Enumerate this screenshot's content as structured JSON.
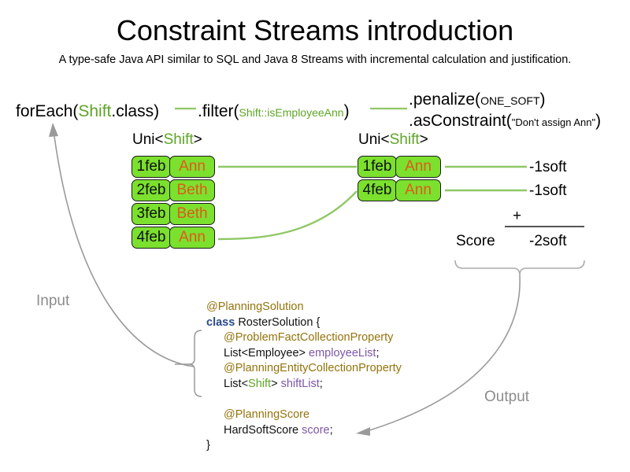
{
  "header": {
    "title": "Constraint Streams introduction",
    "subtitle": "A type-safe Java API similar to SQL and Java 8 Streams with incremental calculation and justification."
  },
  "colors": {
    "accent_green": "#5EA526",
    "tuple_fill": "#7BE02E",
    "tuple_border": "#1b1b1b",
    "name_text": "#E2591B",
    "annotation": "#94740C",
    "keyword": "#2B4A8B",
    "field": "#7D56A8",
    "flow_label": "#8C8C8C",
    "connector_line": "#8FC866"
  },
  "pipeline": {
    "for_each": {
      "call": "forEach(",
      "type": "Shift",
      "tail": ".class)"
    },
    "filter": {
      "call": ".filter(",
      "arg": "Shift::isEmployeeAnn",
      "tail": ")"
    },
    "penalize": {
      "call": ".penalize(",
      "arg": "ONE_SOFT",
      "tail": ")"
    },
    "as_constraint": {
      "call": ".asConstraint(",
      "arg": "\"Don't assign Ann\"",
      "tail": ")"
    }
  },
  "streams": {
    "left": {
      "label_prefix": "Uni<",
      "label_type": "Shift",
      "label_suffix": ">",
      "rows": [
        {
          "date": "1feb",
          "name": "Ann"
        },
        {
          "date": "2feb",
          "name": "Beth"
        },
        {
          "date": "3feb",
          "name": "Beth"
        },
        {
          "date": "4feb",
          "name": "Ann"
        }
      ]
    },
    "right": {
      "label_prefix": "Uni<",
      "label_type": "Shift",
      "label_suffix": ">",
      "rows": [
        {
          "date": "1feb",
          "name": "Ann"
        },
        {
          "date": "4feb",
          "name": "Ann"
        }
      ]
    }
  },
  "score": {
    "impacts": [
      "-1soft",
      "-1soft"
    ],
    "operator": "+",
    "label": "Score",
    "total": "-2soft"
  },
  "flow": {
    "input_label": "Input",
    "output_label": "Output"
  },
  "code": {
    "lines": [
      {
        "segments": [
          {
            "text": "@PlanningSolution",
            "style": "ann"
          }
        ],
        "indent": 0
      },
      {
        "segments": [
          {
            "text": "class ",
            "style": "kw"
          },
          {
            "text": "RosterSolution {",
            "style": "plain"
          }
        ],
        "indent": 0
      },
      {
        "segments": [
          {
            "text": "@ProblemFactCollectionProperty",
            "style": "ann"
          }
        ],
        "indent": 1
      },
      {
        "segments": [
          {
            "text": "List<Employee> ",
            "style": "plain"
          },
          {
            "text": "employeeList",
            "style": "fld"
          },
          {
            "text": ";",
            "style": "plain"
          }
        ],
        "indent": 1
      },
      {
        "segments": [
          {
            "text": "@PlanningEntityCollectionProperty",
            "style": "ann"
          }
        ],
        "indent": 1
      },
      {
        "segments": [
          {
            "text": "List<",
            "style": "plain"
          },
          {
            "text": "Shift",
            "style": "green"
          },
          {
            "text": "> ",
            "style": "plain"
          },
          {
            "text": "shiftList",
            "style": "fld"
          },
          {
            "text": ";",
            "style": "plain"
          }
        ],
        "indent": 1
      },
      {
        "segments": [
          {
            "text": "",
            "style": "plain"
          }
        ],
        "indent": 1
      },
      {
        "segments": [
          {
            "text": "@PlanningScore",
            "style": "ann"
          }
        ],
        "indent": 1
      },
      {
        "segments": [
          {
            "text": "HardSoftScore ",
            "style": "plain"
          },
          {
            "text": "score",
            "style": "fld"
          },
          {
            "text": ";",
            "style": "plain"
          }
        ],
        "indent": 1
      },
      {
        "segments": [
          {
            "text": "}",
            "style": "plain"
          }
        ],
        "indent": 0
      }
    ]
  }
}
